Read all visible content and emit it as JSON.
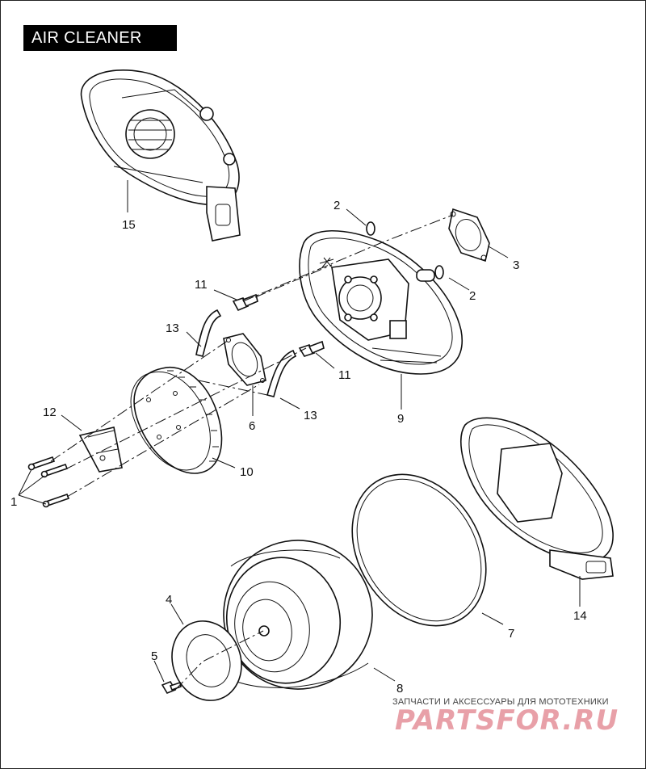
{
  "title": "AIR CLEANER",
  "callouts": {
    "c1": "1",
    "c2a": "2",
    "c2b": "2",
    "c3": "3",
    "c4": "4",
    "c5": "5",
    "c6": "6",
    "c7": "7",
    "c8": "8",
    "c9": "9",
    "c10": "10",
    "c11a": "11",
    "c11b": "11",
    "c12": "12",
    "c13a": "13",
    "c13b": "13",
    "c14": "14",
    "c15": "15"
  },
  "watermark": {
    "tagline": "ЗАПЧАСТИ И АКСЕССУАРЫ ДЛЯ МОТОТЕХНИКИ",
    "brand": "PARTSFOR.RU"
  }
}
